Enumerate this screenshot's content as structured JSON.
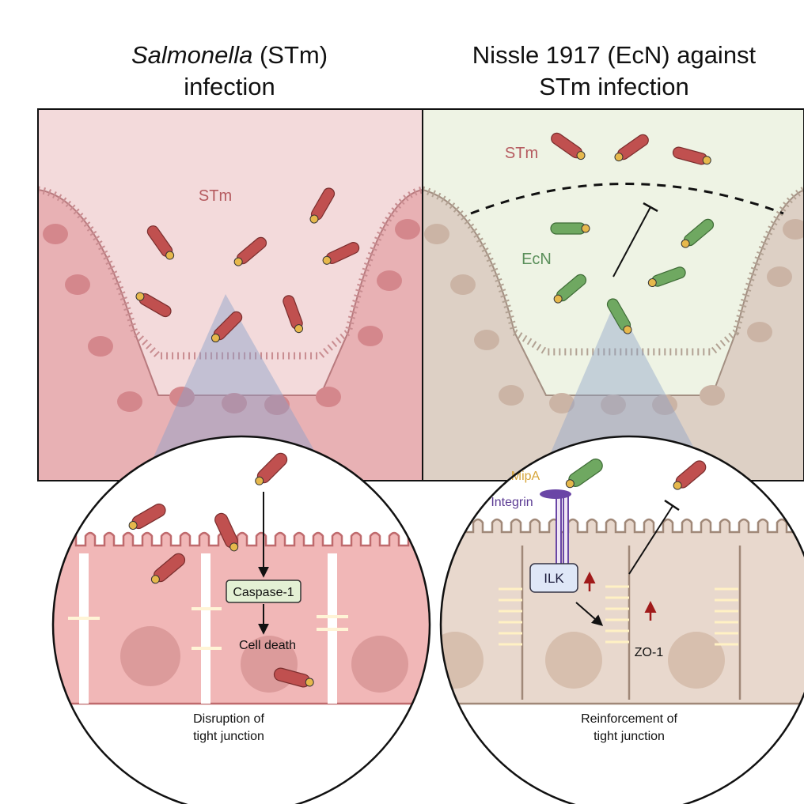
{
  "left_panel": {
    "title_italic": "Salmonella",
    "title_rest": " (STm)",
    "title_line2": "infection",
    "bacteria_label": "STm",
    "caspase_label": "Caspase-1",
    "cell_death_label": "Cell death",
    "caption_line1": "Disruption of",
    "caption_line2": "tight junction"
  },
  "right_panel": {
    "title_line1": "Nissle 1917 (EcN) against",
    "title_line2": "STm infection",
    "stm_label": "STm",
    "ecn_label": "EcN",
    "mipa_label": "MipA",
    "integrin_label": "Integrin",
    "ilk_label": "ILK",
    "zo1_label": "ZO-1",
    "caption_line1": "Reinforcement of",
    "caption_line2": "tight junction"
  },
  "colors": {
    "stm_body": "#c0504f",
    "ecn_body": "#6fa861",
    "tip": "#e6b84c",
    "left_bg": "#f3dadb",
    "right_bg": "#eef3e4",
    "integrin": "#6a46a6",
    "ilk_fill": "#dfe7f7",
    "caspase_fill": "#e3f0d4",
    "up_arrow": "#a01a1a"
  }
}
